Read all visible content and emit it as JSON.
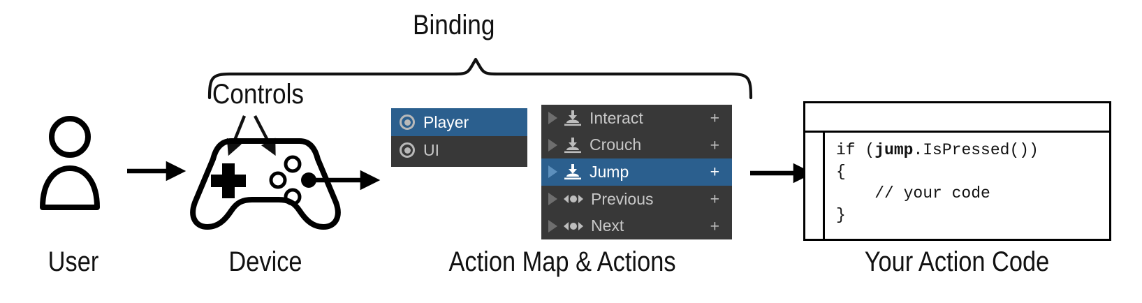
{
  "diagram": {
    "title_brace_label": "Binding",
    "controls_label": "Controls",
    "columns": [
      {
        "key": "user",
        "label": "User"
      },
      {
        "key": "device",
        "label": "Device"
      },
      {
        "key": "actions",
        "label": "Action Map & Actions"
      },
      {
        "key": "code",
        "label": "Your Action Code"
      }
    ]
  },
  "action_map_panel": {
    "rows": [
      {
        "label": "Player",
        "icon": "target-icon",
        "selected": true
      },
      {
        "label": "UI",
        "icon": "target-icon",
        "selected": false
      }
    ]
  },
  "actions_panel": {
    "rows": [
      {
        "label": "Interact",
        "icon": "button-action-icon",
        "add": "+",
        "selected": false
      },
      {
        "label": "Crouch",
        "icon": "button-action-icon",
        "add": "+",
        "selected": false
      },
      {
        "label": "Jump",
        "icon": "button-action-icon",
        "add": "+",
        "selected": true
      },
      {
        "label": "Previous",
        "icon": "axis-action-icon",
        "add": "+",
        "selected": false
      },
      {
        "label": "Next",
        "icon": "axis-action-icon",
        "add": "+",
        "selected": false
      }
    ]
  },
  "code_window": {
    "title": "",
    "lines": [
      {
        "pre": "if (",
        "bold": "jump",
        "post": ".IsPressed())"
      },
      {
        "pre": "{",
        "bold": "",
        "post": ""
      },
      {
        "pre": "    // your code",
        "bold": "",
        "post": ""
      },
      {
        "pre": "}",
        "bold": "",
        "post": ""
      }
    ],
    "code_text": "if (jump.IsPressed())\n{\n    // your code\n}"
  },
  "colors": {
    "selection_blue": "#2b5f8e",
    "panel_dark": "#383838",
    "panel_text": "#c8c8c8",
    "ink": "#000000",
    "background": "#ffffff"
  }
}
